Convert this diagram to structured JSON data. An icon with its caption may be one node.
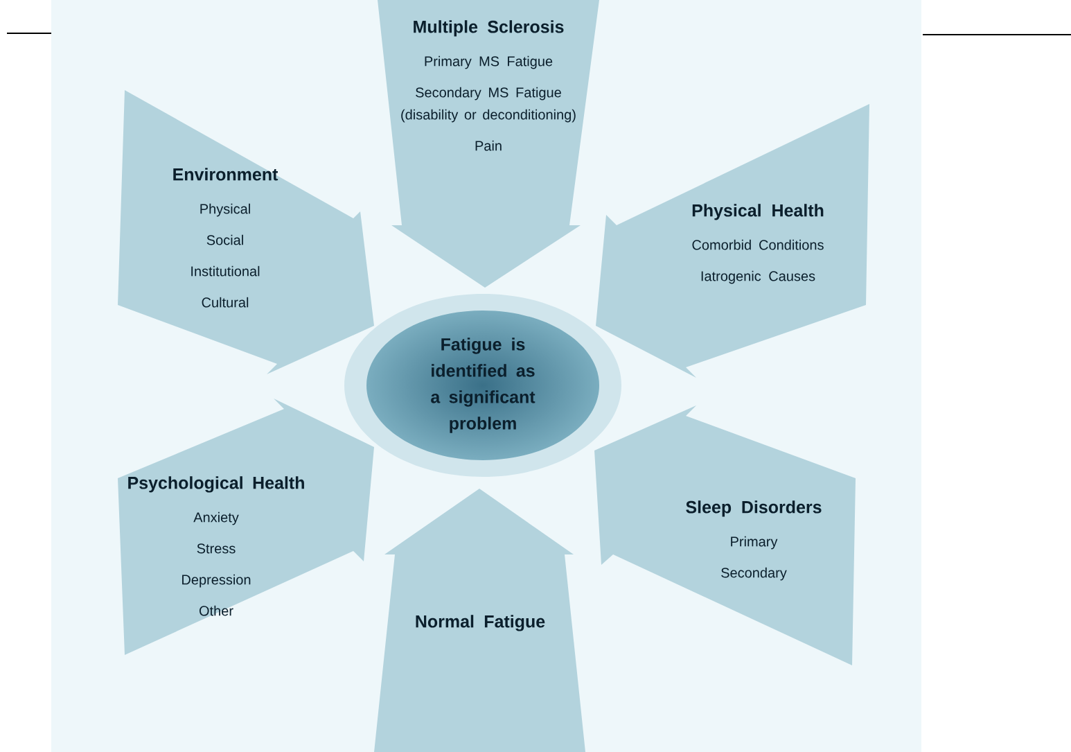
{
  "diagram": {
    "nodes": [
      {
        "text": [
          "Multiple Sclerosis",
          "Primary MS Fatigue",
          "Secondary MS Fatigue (disability or deconditioning)",
          "Pain"
        ]
      },
      {
        "text": [
          "Environment",
          "Physical",
          "Social",
          "Institutional",
          "Cultural"
        ]
      },
      {
        "text": [
          "Physical Health",
          "Comorbid Conditions",
          "Iatrogenic Causes"
        ]
      },
      {
        "text": [
          "Fatigue is identified as a significant problem"
        ]
      },
      {
        "text": [
          "Psychological Health",
          "Anxiety",
          "Stress",
          "Depression",
          "Other"
        ]
      },
      {
        "text": [
          "Sleep Disorders",
          "Primary",
          "Secondary"
        ]
      },
      {
        "text": [
          "Normal Fatigue"
        ]
      }
    ]
  }
}
